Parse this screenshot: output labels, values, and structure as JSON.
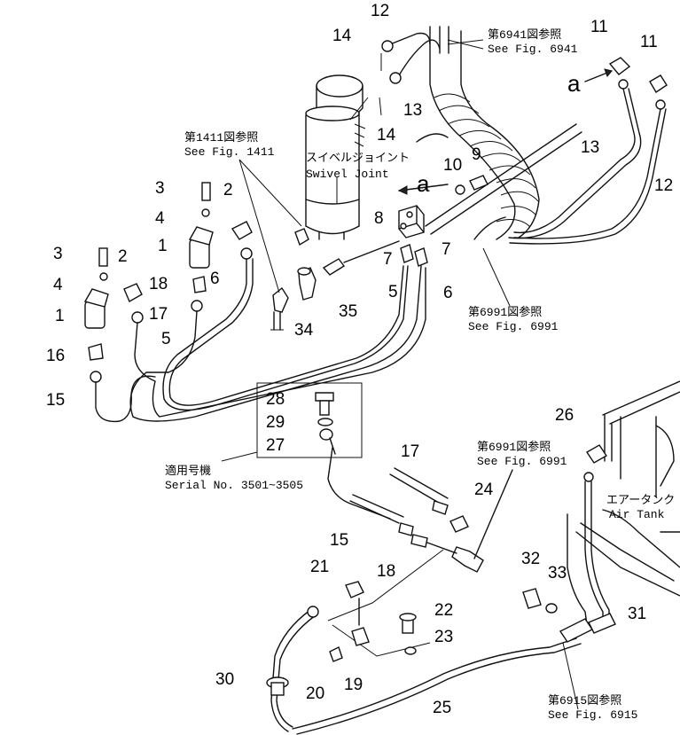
{
  "callouts": [
    {
      "id": "p12a",
      "text": "12"
    },
    {
      "id": "p14a",
      "text": "14"
    },
    {
      "id": "p13a",
      "text": "13"
    },
    {
      "id": "p14b",
      "text": "14"
    },
    {
      "id": "p11a",
      "text": "11"
    },
    {
      "id": "p11b",
      "text": "11"
    },
    {
      "id": "p13b",
      "text": "13"
    },
    {
      "id": "p12b",
      "text": "12"
    },
    {
      "id": "p10",
      "text": "10"
    },
    {
      "id": "p9",
      "text": "9"
    },
    {
      "id": "p8",
      "text": "8"
    },
    {
      "id": "p7a",
      "text": "7"
    },
    {
      "id": "p7b",
      "text": "7"
    },
    {
      "id": "p3a",
      "text": "3"
    },
    {
      "id": "p2a",
      "text": "2"
    },
    {
      "id": "p4a",
      "text": "4"
    },
    {
      "id": "p1a",
      "text": "1"
    },
    {
      "id": "p3b",
      "text": "3"
    },
    {
      "id": "p2b",
      "text": "2"
    },
    {
      "id": "p4b",
      "text": "4"
    },
    {
      "id": "p1b",
      "text": "1"
    },
    {
      "id": "p18a",
      "text": "18"
    },
    {
      "id": "p6a",
      "text": "6"
    },
    {
      "id": "p17a",
      "text": "17"
    },
    {
      "id": "p5a",
      "text": "5"
    },
    {
      "id": "p16",
      "text": "16"
    },
    {
      "id": "p15a",
      "text": "15"
    },
    {
      "id": "p34",
      "text": "34"
    },
    {
      "id": "p35",
      "text": "35"
    },
    {
      "id": "p5b",
      "text": "5"
    },
    {
      "id": "p6b",
      "text": "6"
    },
    {
      "id": "p28",
      "text": "28"
    },
    {
      "id": "p29",
      "text": "29"
    },
    {
      "id": "p27",
      "text": "27"
    },
    {
      "id": "p17b",
      "text": "17"
    },
    {
      "id": "p24",
      "text": "24"
    },
    {
      "id": "p15b",
      "text": "15"
    },
    {
      "id": "p18b",
      "text": "18"
    },
    {
      "id": "p21",
      "text": "21"
    },
    {
      "id": "p22",
      "text": "22"
    },
    {
      "id": "p23",
      "text": "23"
    },
    {
      "id": "p30",
      "text": "30"
    },
    {
      "id": "p20",
      "text": "20"
    },
    {
      "id": "p19",
      "text": "19"
    },
    {
      "id": "p25",
      "text": "25"
    },
    {
      "id": "p26",
      "text": "26"
    },
    {
      "id": "p32",
      "text": "32"
    },
    {
      "id": "p33",
      "text": "33"
    },
    {
      "id": "p31",
      "text": "31"
    }
  ],
  "view_marks": [
    {
      "id": "a1",
      "text": "a"
    },
    {
      "id": "a2",
      "text": "a"
    }
  ],
  "refs": {
    "fig6941_jp": "第6941図参照",
    "fig6941_en": "See Fig. 6941",
    "fig1411_jp": "第1411図参照",
    "fig1411_en": "See Fig. 1411",
    "swivel_jp": "スイベルジョイント",
    "swivel_en": "Swivel Joint",
    "fig6991a_jp": "第6991図参照",
    "fig6991a_en": "See Fig. 6991",
    "fig6991b_jp": "第6991図参照",
    "fig6991b_en": "See Fig. 6991",
    "serial_jp": "適用号機",
    "serial_en": "Serial No. 3501~3505",
    "airtank_jp": "エアータンク",
    "airtank_en": "Air Tank",
    "fig6915_jp": "第6915図参照",
    "fig6915_en": "See Fig. 6915"
  }
}
